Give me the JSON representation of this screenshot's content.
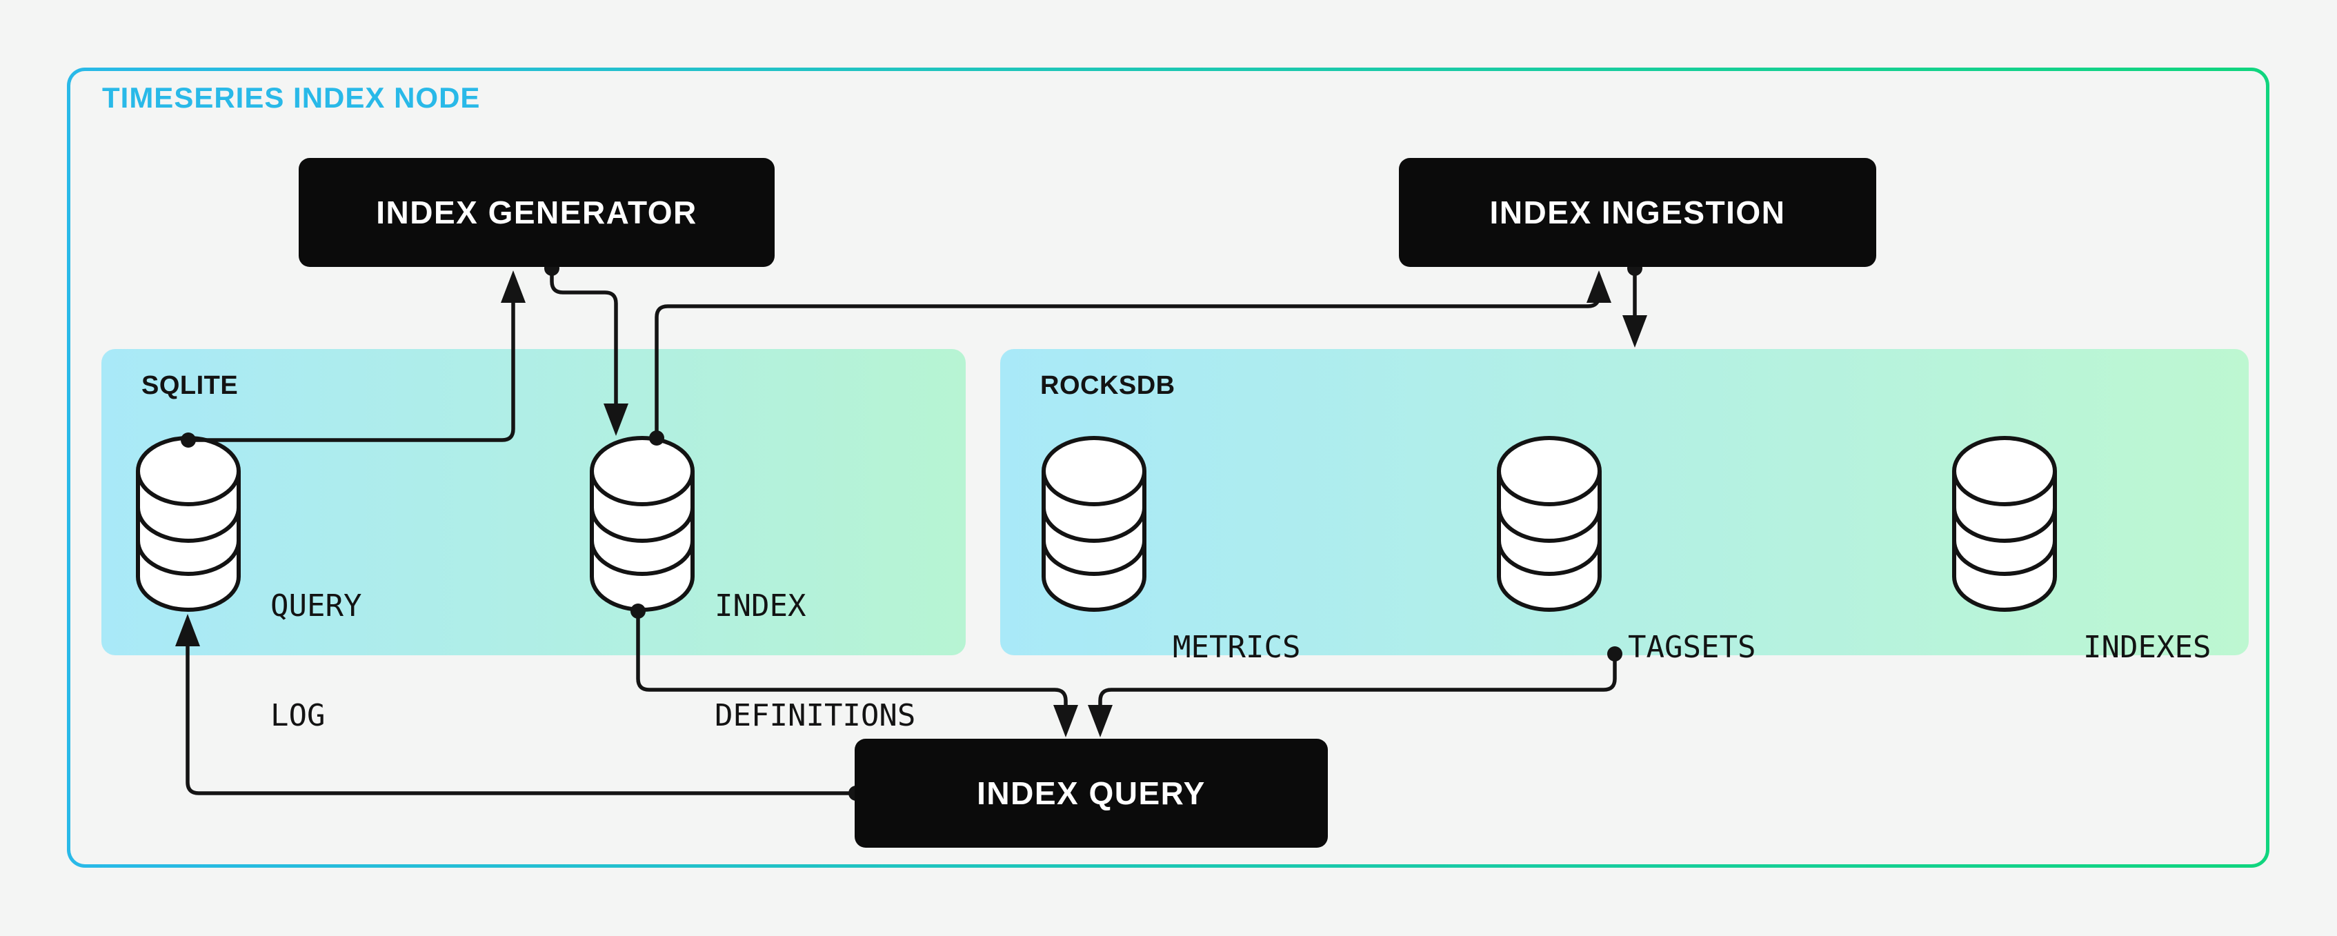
{
  "frame": {
    "title": "TIMESERIES INDEX NODE"
  },
  "nodes": [
    {
      "id": "index-generator",
      "label": "INDEX GENERATOR"
    },
    {
      "id": "index-ingestion",
      "label": "INDEX INGESTION"
    },
    {
      "id": "index-query",
      "label": "INDEX QUERY"
    }
  ],
  "groups": [
    {
      "id": "sqlite",
      "label": "SQLITE",
      "stores": [
        {
          "id": "query-log",
          "lines": [
            "QUERY",
            "LOG"
          ]
        },
        {
          "id": "index-definitions",
          "lines": [
            "INDEX",
            "DEFINITIONS"
          ]
        }
      ]
    },
    {
      "id": "rocksdb",
      "label": "ROCKSDB",
      "stores": [
        {
          "id": "metrics",
          "lines": [
            "METRICS"
          ]
        },
        {
          "id": "tagsets",
          "lines": [
            "TAGSETS"
          ]
        },
        {
          "id": "indexes",
          "lines": [
            "INDEXES"
          ]
        }
      ]
    }
  ],
  "edges": [
    {
      "from": "query-log",
      "to": "index-generator"
    },
    {
      "from": "index-generator",
      "to": "index-definitions"
    },
    {
      "from": "index-definitions",
      "to": "index-ingestion"
    },
    {
      "from": "index-ingestion",
      "to": "rocksdb"
    },
    {
      "from": "index-definitions",
      "to": "index-query"
    },
    {
      "from": "rocksdb",
      "to": "index-query"
    },
    {
      "from": "index-query",
      "to": "query-log"
    }
  ],
  "colors": {
    "background": "#f4f5f4",
    "accent_cyan": "#29b9e8",
    "accent_green": "#10d57e",
    "panel_blue": "#a9e9f8",
    "panel_green": "#bdf7d1",
    "node_bg": "#0b0b0b",
    "node_text": "#ffffff",
    "line": "#141414"
  }
}
